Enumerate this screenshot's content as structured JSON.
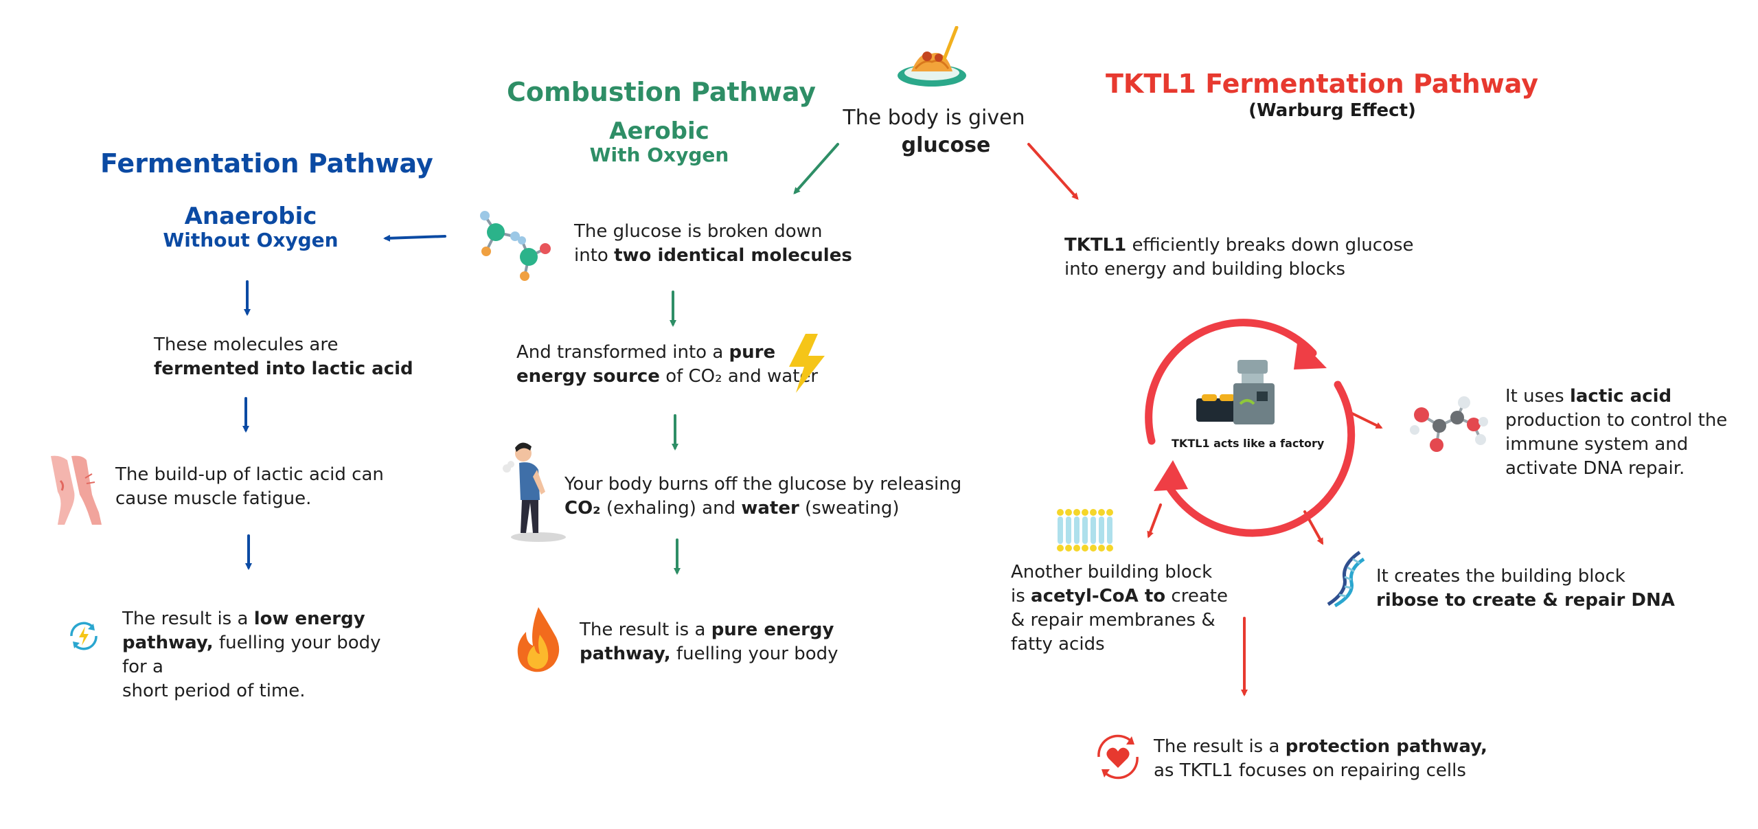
{
  "colors": {
    "blue": "#0b4aa3",
    "green": "#2e8e66",
    "red": "#e7392f",
    "text": "#1e1e1e"
  },
  "top": {
    "line1": "The body is given",
    "line2": "glucose",
    "icon": "pasta-plate-icon"
  },
  "fermentation": {
    "title": "Fermentation Pathway",
    "mode": "Anaerobic",
    "mode_sub": "Without Oxygen",
    "step1": {
      "pre": "These molecules are",
      "bold": "fermented into lactic acid"
    },
    "step2": {
      "line1": "The build-up of lactic acid can",
      "line2": "cause muscle fatigue.",
      "icon": "legs-icon"
    },
    "result": {
      "pre": "The result is a ",
      "bold1": "low energy",
      "bold2": "pathway,",
      "post": " fuelling your body for a",
      "line3": "short period of time.",
      "icon": "energy-cycle-icon"
    }
  },
  "combustion": {
    "title": "Combustion Pathway",
    "mode": "Aerobic",
    "mode_sub": "With Oxygen",
    "step1": {
      "line1": "The glucose is broken down",
      "pre2": "into ",
      "bold2": "two identical molecules",
      "icon": "molecules-icon"
    },
    "step2": {
      "pre": "And transformed into a ",
      "bold1": "pure",
      "bold2": "energy source",
      "post": " of CO₂ and water",
      "icon": "lightning-icon"
    },
    "step3": {
      "line1": "Your body burns off the glucose by releasing",
      "bold1": "CO₂",
      "mid": " (exhaling) and ",
      "bold2": "water",
      "post": " (sweating)",
      "icon": "tired-person-icon"
    },
    "result": {
      "pre": "The result is a ",
      "bold1": "pure energy",
      "bold2": "pathway,",
      "post": " fuelling your body",
      "icon": "flame-icon"
    }
  },
  "tktl1": {
    "title": "TKTL1 Fermentation Pathway",
    "subtitle": "(Warburg Effect)",
    "step1": {
      "bold": "TKTL1",
      "post": " efficiently breaks down glucose",
      "line2": "into energy and building blocks"
    },
    "factory_label": "TKTL1 acts like a factory",
    "factory_icon": "factory-machine-icon",
    "lactic": {
      "pre": "It uses ",
      "bold": "lactic acid",
      "line2": "production to control the",
      "line3": "immune system and",
      "line4": "activate DNA repair.",
      "icon": "molecule-icon"
    },
    "acetyl": {
      "line1": "Another building block",
      "pre2": "is ",
      "bold2": "acetyl-CoA to",
      "post2": " create",
      "line3": "& repair membranes &",
      "line4": "fatty acids",
      "icon": "membrane-icon"
    },
    "ribose": {
      "line1": "It creates the building block",
      "bold2": "ribose to create & repair DNA",
      "icon": "dna-icon"
    },
    "result": {
      "pre": "The result is a ",
      "bold": "protection pathway,",
      "line2": "as TKTL1 focuses on repairing cells",
      "icon": "heart-cycle-icon"
    }
  }
}
